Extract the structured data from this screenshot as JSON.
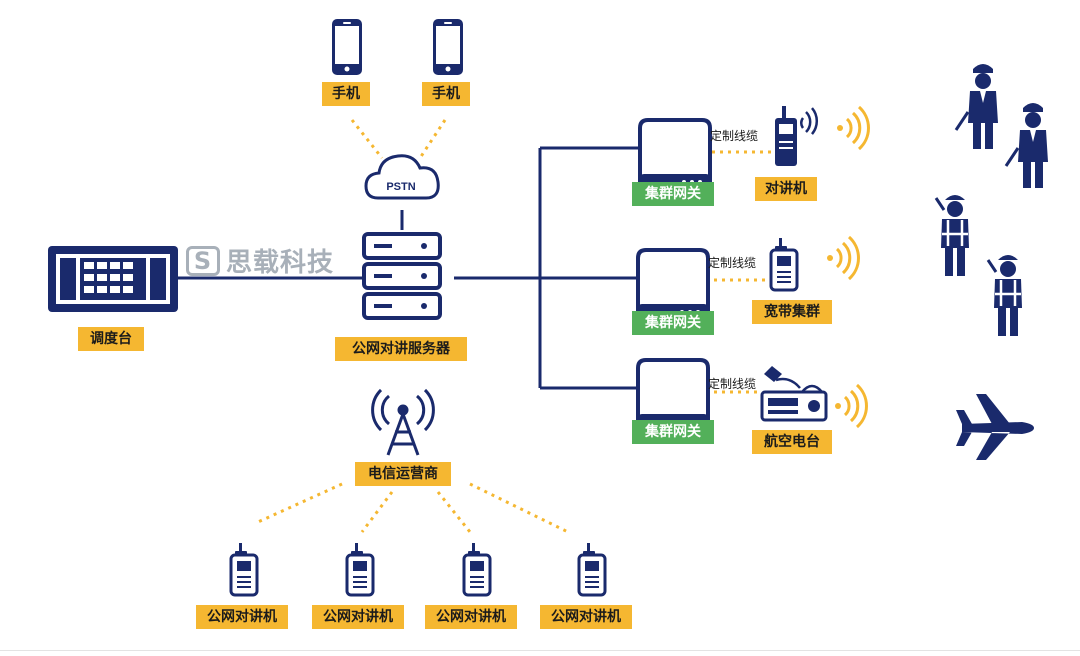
{
  "colors": {
    "navy": "#1a2a6c",
    "gold": "#f5b731",
    "green": "#53b05a"
  },
  "watermark": {
    "glyph": "S",
    "text": "思载科技"
  },
  "phones": [
    {
      "label": "手机"
    },
    {
      "label": "手机"
    }
  ],
  "pstn": {
    "label": "PSTN"
  },
  "console": {
    "label": "调度台"
  },
  "server": {
    "label": "公网对讲服务器"
  },
  "carrier": {
    "label": "电信运营商"
  },
  "public_radios": [
    {
      "label": "公网对讲机"
    },
    {
      "label": "公网对讲机"
    },
    {
      "label": "公网对讲机"
    },
    {
      "label": "公网对讲机"
    }
  ],
  "gateways": [
    {
      "label": "集群网关",
      "cable": "定制线缆",
      "device": "对讲机"
    },
    {
      "label": "集群网关",
      "cable": "定制线缆",
      "device": "宽带集群"
    },
    {
      "label": "集群网关",
      "cable": "定制线缆",
      "device": "航空电台"
    }
  ],
  "icons": [
    "smartphone-icon",
    "cloud-icon",
    "server-icon",
    "dispatch-console-icon",
    "cell-tower-icon",
    "walkie-talkie-icon",
    "gateway-box-icon",
    "radio-station-icon",
    "police-officer-icon",
    "construction-worker-icon",
    "airplane-icon",
    "signal-waves-icon"
  ]
}
